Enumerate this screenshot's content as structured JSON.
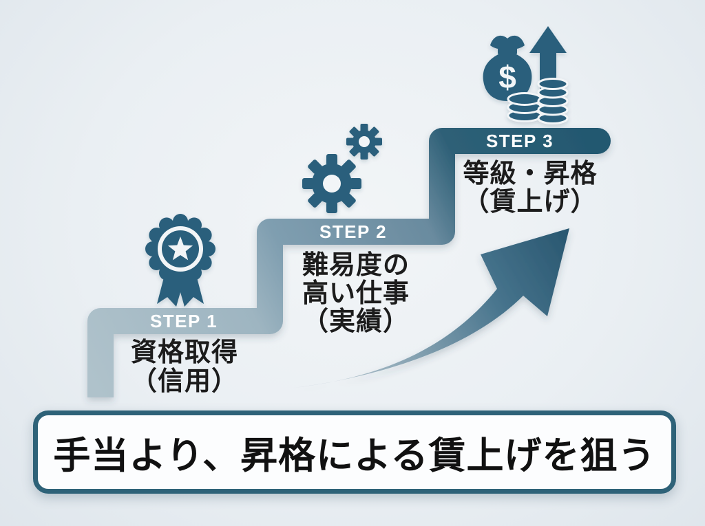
{
  "diagram_title": "career-step-diagram",
  "colors": {
    "background": "#edf1f5",
    "step1_band": "#a4bac5",
    "step2_band": "#7292a4",
    "step3_band": "#29607b",
    "icon_teal": "#2a5f7b",
    "step_label_text": "#ffffff",
    "description_text": "#1c1c1c",
    "banner_border": "#2e6278",
    "banner_background": "#fcfdfe",
    "banner_text": "#111111"
  },
  "steps": [
    {
      "label": "STEP 1",
      "lines": [
        "資格取得",
        "（信用）"
      ],
      "icon": "medal-icon"
    },
    {
      "label": "STEP 2",
      "lines": [
        "難易度の",
        "高い仕事",
        "（実績）"
      ],
      "icon": "gears-icon"
    },
    {
      "label": "STEP 3",
      "lines": [
        "等級・昇格",
        "（賃上げ）"
      ],
      "icon": "money-growth-icon"
    }
  ],
  "icons": {
    "dollar_sign": "$"
  },
  "banner": {
    "text": "手当より、昇格による賃上げを狙う"
  }
}
